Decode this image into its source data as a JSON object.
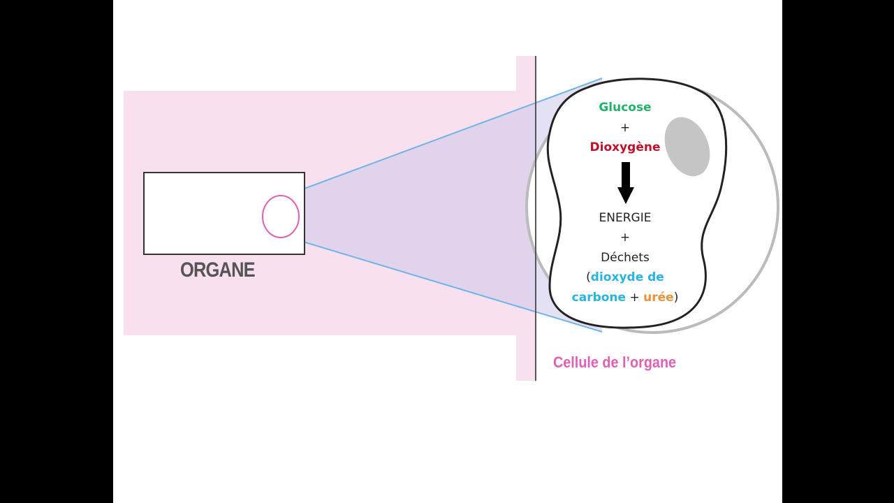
{
  "organ_label": "ORGANE",
  "cell_label": "Cellule de l’organe",
  "cell": {
    "glucose": "Glucose",
    "plus1": "+",
    "dioxygene": "Dioxygène",
    "arrow_icon": "down-arrow-icon",
    "energie": "ENERGIE",
    "plus2": "+",
    "dechets": "Déchets",
    "paren_open": "(",
    "dioxyde": "dioxyde de",
    "carbone": "carbone",
    "plus3": " + ",
    "uree": "urée",
    "paren_close": ")"
  },
  "colors": {
    "band": "#f9e0ee",
    "zoom_cone": "#cfc8ec",
    "cone_edge": "#6fb4e8",
    "magnifier_circle": "#e060b6",
    "glucose": "#22b36a",
    "dioxygene": "#c0102a",
    "dioxyde_carbone": "#29b3e0",
    "uree": "#e8923a",
    "cell_label": "#e060b6",
    "nucleus": "#bbbbbb"
  }
}
